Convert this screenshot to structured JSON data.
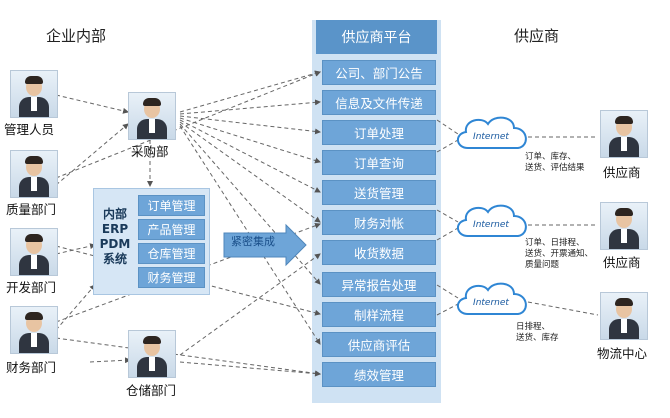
{
  "headings": {
    "internal": "企业内部",
    "platform": "供应商平台",
    "suppliers": "供应商"
  },
  "internal_people": {
    "management": "管理人员",
    "quality": "质量部门",
    "development": "开发部门",
    "finance": "财务部门",
    "purchasing": "采购部",
    "warehouse": "仓储部门"
  },
  "erp": {
    "label": [
      "内部",
      "ERP",
      "PDM",
      "系统"
    ],
    "modules": [
      "订单管理",
      "产品管理",
      "仓库管理",
      "财务管理"
    ]
  },
  "integration_label": "紧密集成",
  "platform_modules": [
    "公司、部门公告",
    "信息及文件传递",
    "订单处理",
    "订单查询",
    "送货管理",
    "财务对帐",
    "收货数据",
    "异常报告处理",
    "制样流程",
    "供应商评估",
    "绩效管理"
  ],
  "clouds": [
    "Internet",
    "Internet",
    "Internet"
  ],
  "supplier_notes": [
    [
      "订单、库存、",
      "送货、评估结果"
    ],
    [
      "订单、日排程、",
      "送货、开票通知、",
      "质量问题"
    ],
    [
      "日排程、",
      "送货、库存"
    ]
  ],
  "external_parties": [
    "供应商",
    "供应商",
    "物流中心"
  ],
  "colors": {
    "platform_bg": "#cfe2f3",
    "platform_title": "#5a94c9",
    "module": "#6ea5d8",
    "cloud_stroke": "#2f86d4"
  }
}
